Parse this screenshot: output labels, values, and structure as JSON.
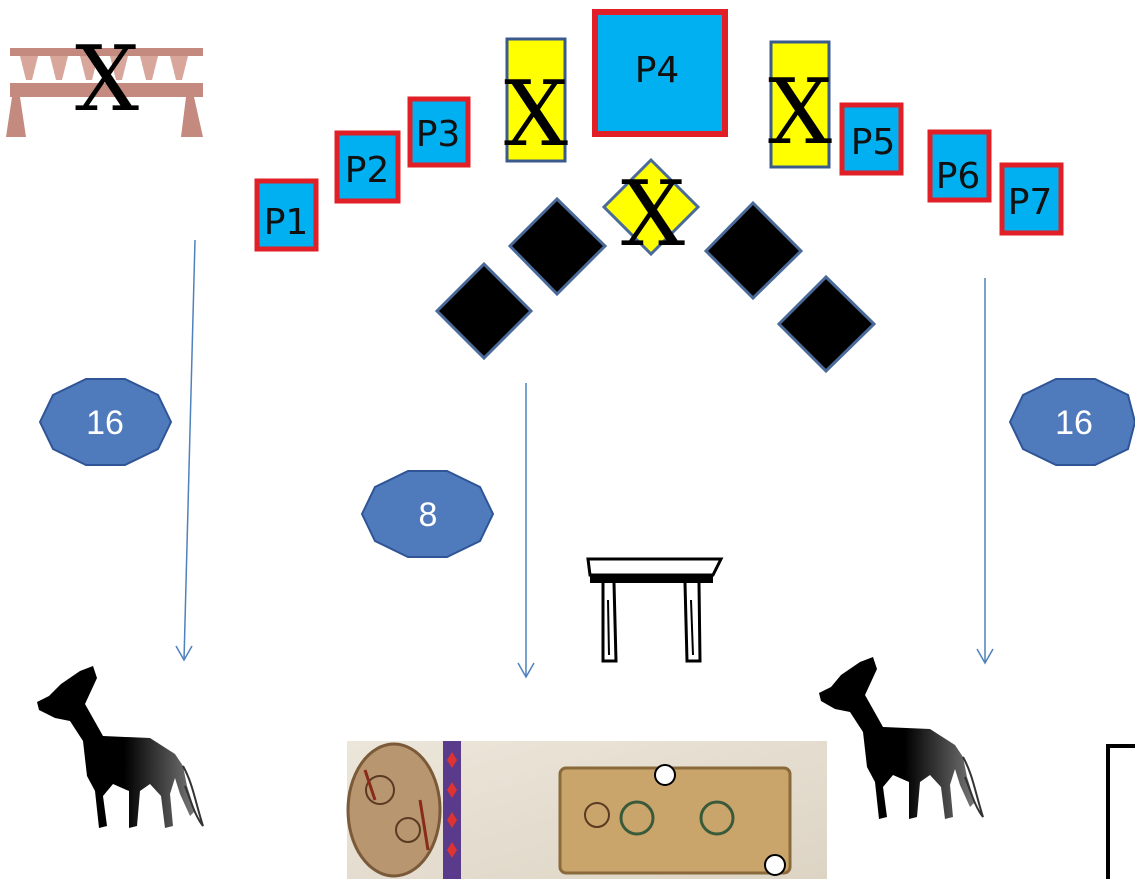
{
  "positions": {
    "p1": "P1",
    "p2": "P2",
    "p3": "P3",
    "p4": "P4",
    "p5": "P5",
    "p6": "P6",
    "p7": "P7"
  },
  "x_marks": {
    "bench": "X",
    "left_pillar": "X",
    "right_pillar": "X",
    "diamond": "X"
  },
  "distances": {
    "left": "16",
    "center": "8",
    "right": "16"
  },
  "legend": {
    "lines": [
      "",
      "",
      "",
      ""
    ]
  },
  "colors": {
    "position_fill": "#00b0f0",
    "position_border": "#e01f26",
    "pillar_fill": "#ffff00",
    "pillar_border": "#3a5a8c",
    "badge_fill": "#4f7bbd",
    "badge_border": "#2f5597",
    "arrow": "#4f81bd",
    "diamond_fill": "#000000",
    "bench": "#c48a80"
  },
  "icons": [
    "bench-icon",
    "table-icon",
    "horse-icon",
    "painted-shield-mural"
  ]
}
